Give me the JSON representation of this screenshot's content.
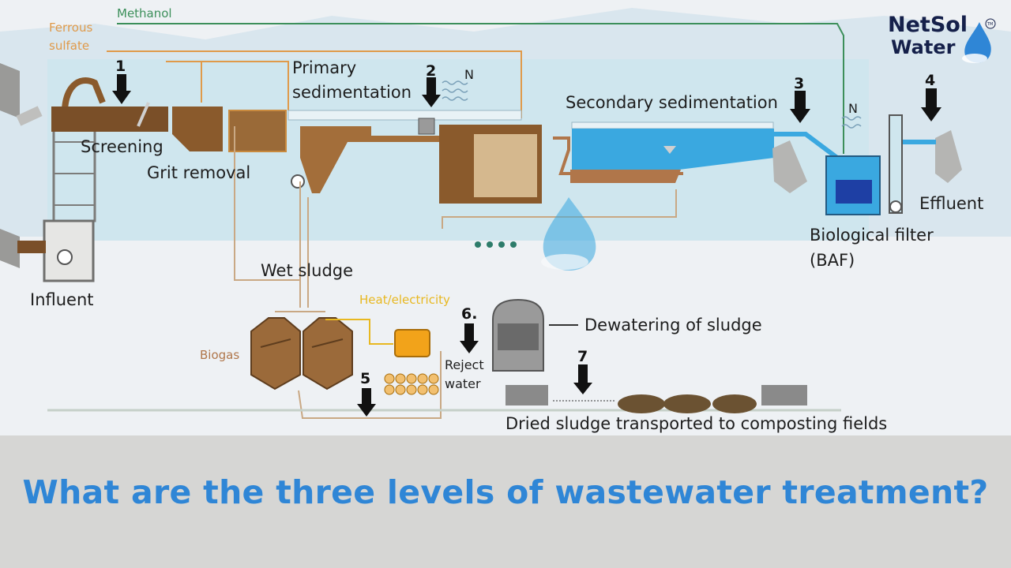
{
  "diagram": {
    "chemicals": {
      "methanol": "Methanol",
      "ferrous_sulfate_line1": "Ferrous",
      "ferrous_sulfate_line2": "sulfate"
    },
    "steps": {
      "s1": "1",
      "s2": "2",
      "s3": "3",
      "s4": "4",
      "s5": "5",
      "s6": "6.",
      "s7": "7"
    },
    "labels": {
      "screening": "Screening",
      "grit_removal": "Grit removal",
      "primary_sedimentation_line1": "Primary",
      "primary_sedimentation_line2": "sedimentation",
      "secondary_sedimentation": "Secondary sedimentation",
      "biological_filter_line1": "Biological filter",
      "biological_filter_line2": "(BAF)",
      "effluent": "Effluent",
      "influent": "Influent",
      "wet_sludge": "Wet sludge",
      "heat_electricity": "Heat/electricity",
      "biogas": "Biogas",
      "reject_water_line1": "Reject",
      "reject_water_line2": "water",
      "dewatering": "Dewatering of sludge",
      "dried_sludge": "Dried sludge transported to composting fields",
      "n2_a": "N",
      "n2_b": "N"
    }
  },
  "logo": {
    "line1": "NetSol",
    "line2": "Water",
    "tm": "TM"
  },
  "caption": "What are the three levels of wastewater treatment?",
  "colors": {
    "caption": "#2f86d6",
    "methanol_line": "#3c8f5a",
    "ferrous_line": "#e09a4a",
    "heat_line": "#e8b820",
    "brown_pipe": "#b0764a",
    "water": "#3aa8e0",
    "sludge": "#8a5a2c"
  }
}
